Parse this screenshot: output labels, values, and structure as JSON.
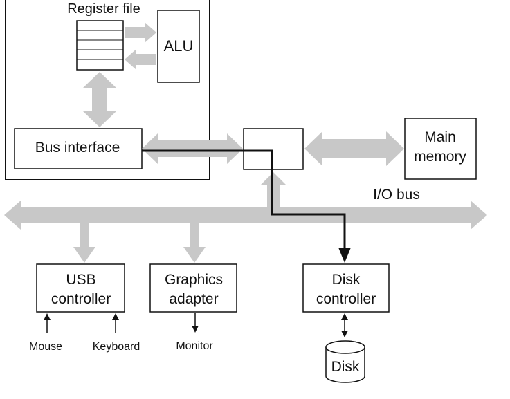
{
  "diagram": {
    "colors": {
      "ink": "#111111",
      "arrow_fill": "#c8c8c8",
      "box_fill": "#ffffff",
      "background": "#ffffff"
    },
    "cpu": {
      "register_file_label": "Register file",
      "alu_label": "ALU",
      "bus_interface_label": "Bus interface"
    },
    "io_bridge": {
      "label": ""
    },
    "main_memory": {
      "label_line1": "Main",
      "label_line2": "memory"
    },
    "io_bus": {
      "label": "I/O bus"
    },
    "usb_controller": {
      "label_line1": "USB",
      "label_line2": "controller",
      "inputs": [
        "Mouse",
        "Keyboard"
      ]
    },
    "graphics_adapter": {
      "label_line1": "Graphics",
      "label_line2": "adapter",
      "output": "Monitor"
    },
    "disk_controller": {
      "label_line1": "Disk",
      "label_line2": "controller"
    },
    "disk": {
      "label": "Disk"
    }
  }
}
